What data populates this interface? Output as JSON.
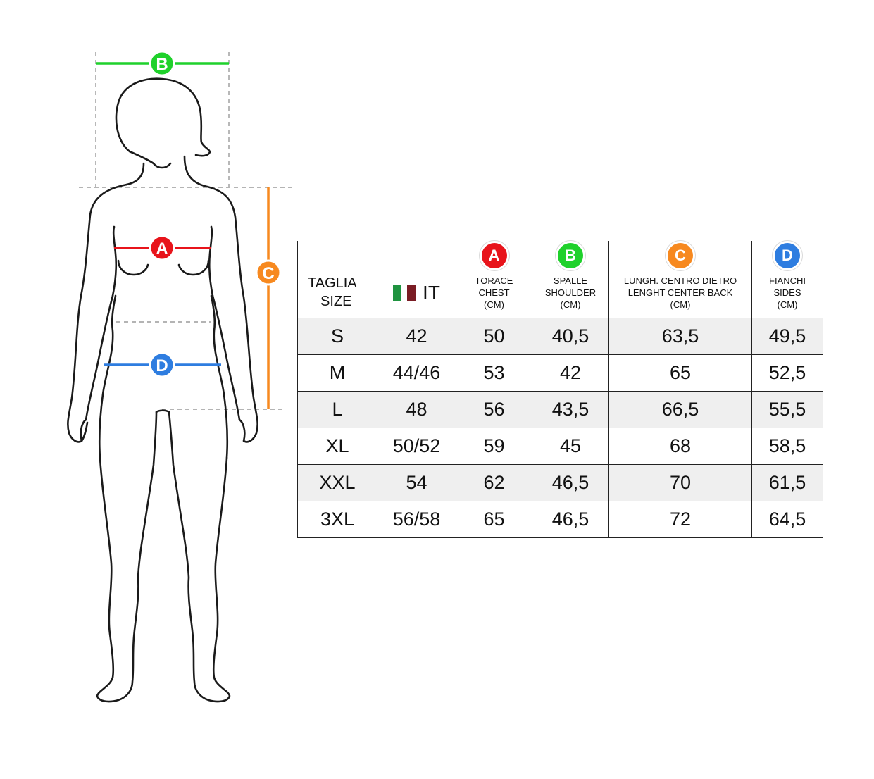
{
  "colors": {
    "A": "#e8141b",
    "B": "#1fd12b",
    "C": "#f7891f",
    "D": "#2e7de0",
    "flag_green": "#1f9340",
    "flag_red": "#7a1c24"
  },
  "markers": {
    "A": "A",
    "B": "B",
    "C": "C",
    "D": "D"
  },
  "table": {
    "size_header": [
      "TAGLIA",
      "SIZE"
    ],
    "country_header": "IT",
    "columns": [
      {
        "badge": "A",
        "lines": [
          "TORACE",
          "CHEST",
          "(CM)"
        ]
      },
      {
        "badge": "B",
        "lines": [
          "SPALLE",
          "SHOULDER",
          "(CM)"
        ]
      },
      {
        "badge": "C",
        "lines": [
          "LUNGH. CENTRO DIETRO",
          "LENGHT CENTER BACK",
          "(CM)"
        ]
      },
      {
        "badge": "D",
        "lines": [
          "FIANCHI",
          "SIDES",
          "(CM)"
        ]
      }
    ],
    "rows": [
      [
        "S",
        "42",
        "50",
        "40,5",
        "63,5",
        "49,5"
      ],
      [
        "M",
        "44/46",
        "53",
        "42",
        "65",
        "52,5"
      ],
      [
        "L",
        "48",
        "56",
        "43,5",
        "66,5",
        "55,5"
      ],
      [
        "XL",
        "50/52",
        "59",
        "45",
        "68",
        "58,5"
      ],
      [
        "XXL",
        "54",
        "62",
        "46,5",
        "70",
        "61,5"
      ],
      [
        "3XL",
        "56/58",
        "65",
        "46,5",
        "72",
        "64,5"
      ]
    ]
  }
}
